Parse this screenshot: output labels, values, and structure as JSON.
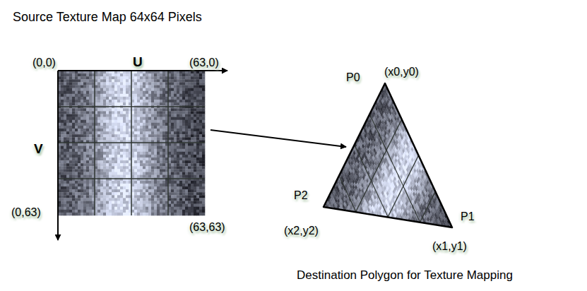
{
  "diagram": {
    "title": "Source Texture Map 64x64 Pixels",
    "caption": "Destination Polygon for Texture Mapping",
    "labels": [
      "(0,0)",
      "U",
      "(63,0)",
      "V",
      "(0,63)",
      "(63,63)",
      "P0",
      "(x0,y0)",
      "P2",
      "(x2,y2)",
      "P1",
      "(x1,y1)"
    ]
  }
}
